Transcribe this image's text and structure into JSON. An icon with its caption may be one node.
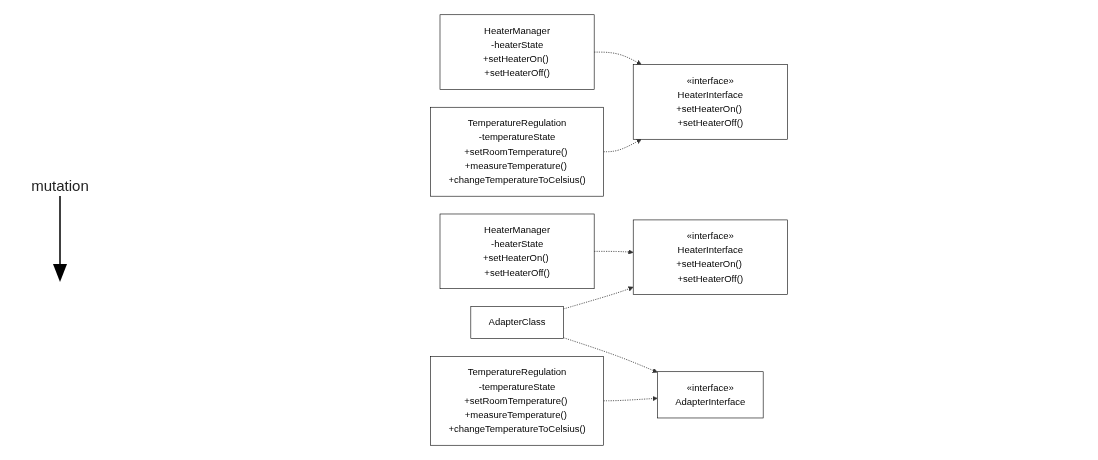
{
  "diagram": {
    "nodes": [
      {
        "text": [
          "HeaterManager",
          "-heaterState",
          "+setHeaterOn() +setHeaterOff()"
        ]
      },
      {
        "text": [
          "«interface»",
          "HeaterInterface",
          "+setHeaterOn() +setHeaterOff()"
        ]
      },
      {
        "text": [
          "TemperatureRegulation",
          "-temperatureState",
          "+setRoomTemperature() +measureTemperature() +changeTemperatureToCelsius()"
        ]
      },
      {
        "text": [
          "HeaterManager",
          "-heaterState",
          "+setHeaterOn() +setHeaterOff()"
        ]
      },
      {
        "text": [
          "«interface»",
          "HeaterInterface",
          "+setHeaterOn() +setHeaterOff()"
        ]
      },
      {
        "text": [
          "AdapterClass"
        ]
      },
      {
        "text": [
          "«interface»",
          "AdapterInterface"
        ]
      },
      {
        "text": [
          "TemperatureRegulation",
          "-temperatureState",
          "+setRoomTemperature() +measureTemperature() +changeTemperatureToCelsius()"
        ]
      }
    ],
    "edges": [
      {
        "from": 0,
        "to": 1,
        "arrow": "to",
        "style": "dashed"
      },
      {
        "from": 2,
        "to": 1,
        "arrow": "to",
        "style": "dashed"
      },
      {
        "from": 3,
        "to": 4,
        "arrow": "to",
        "style": "dashed"
      },
      {
        "from": 5,
        "to": 4,
        "arrow": "to",
        "style": "dashed"
      },
      {
        "from": 5,
        "to": 6,
        "arrow": "to",
        "style": "dashed"
      },
      {
        "from": 7,
        "to": 6,
        "arrow": "to",
        "style": "dashed"
      }
    ],
    "labels": [
      "mutation"
    ]
  }
}
